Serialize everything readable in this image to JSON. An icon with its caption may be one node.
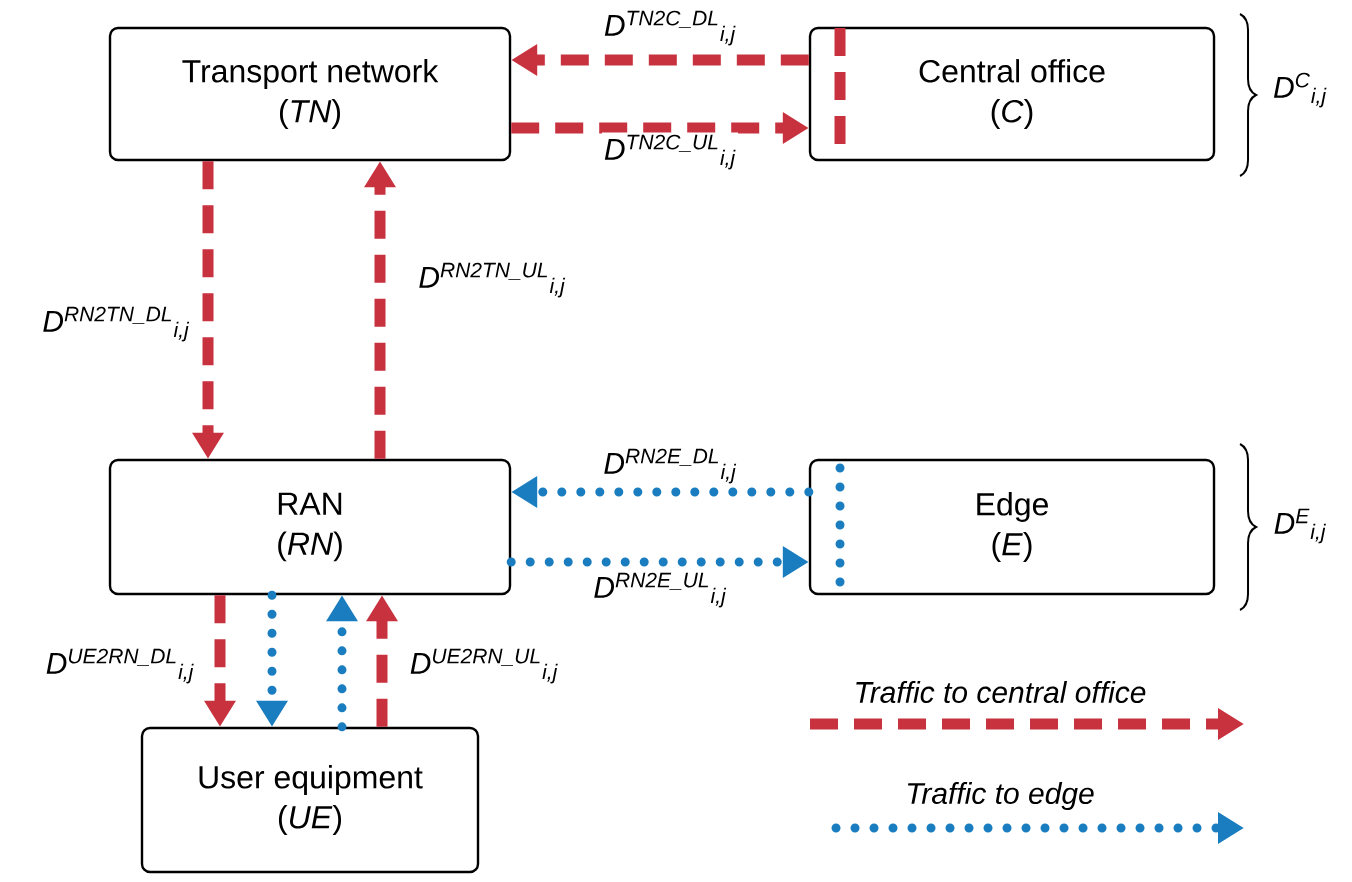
{
  "diagram": {
    "nodes": [
      {
        "text": [
          "Transport network",
          "(*TN*)"
        ]
      },
      {
        "text": [
          "Central office",
          "(*C*)"
        ]
      },
      {
        "text": [
          "RAN",
          "(*RN*)"
        ]
      },
      {
        "text": [
          "Edge",
          "(*E*)"
        ]
      },
      {
        "text": [
          "User equipment",
          "(*UE*)"
        ]
      }
    ],
    "edges": [
      {
        "from": 1,
        "to": 0,
        "arrow": "to",
        "label": "D$^{TN2C_DL}$$_{i,j}$",
        "style": "dashed"
      },
      {
        "from": 0,
        "to": 1,
        "arrow": "to",
        "label": "D$^{TN2C_UL}$$_{i,j}$",
        "style": "dashed"
      },
      {
        "from": 0,
        "to": 2,
        "arrow": "to",
        "label": "D$^{RN2TN_DL}$$_{i,j}$",
        "style": "dashed"
      },
      {
        "from": 2,
        "to": 0,
        "arrow": "to",
        "label": "D$^{RN2TN_UL}$$_{i,j}$",
        "style": "dashed"
      },
      {
        "from": 3,
        "to": 2,
        "arrow": "to",
        "label": "D$^{RN2E_DL}$$_{i,j}$",
        "color": "#1a7dbf"
      },
      {
        "from": 2,
        "to": 3,
        "arrow": "to",
        "label": "D$^{RN2E_UL}$$_{i,j}$",
        "color": "#1a7dbf"
      },
      {
        "from": 2,
        "to": 4,
        "arrow": "to",
        "label": "D$^{UE2RN_DL}$$_{i,j}$",
        "style": "dashed"
      },
      {
        "from": 2,
        "to": 4,
        "arrow": "to",
        "color": "#1a7dbf"
      },
      {
        "from": 4,
        "to": 2,
        "arrow": "to",
        "color": "#1a7dbf"
      },
      {
        "from": 4,
        "to": 2,
        "arrow": "to",
        "label": "D$^{UE2RN_UL}$$_{i,j}$",
        "style": "dashed"
      }
    ],
    "labels": [
      "D$^{C}$$_{i,j}$",
      "D$^{E}$$_{i,j}$"
    ],
    "legend": [
      {
        "text": "Traffic to central office"
      },
      {
        "text": "Traffic to edge"
      }
    ]
  }
}
